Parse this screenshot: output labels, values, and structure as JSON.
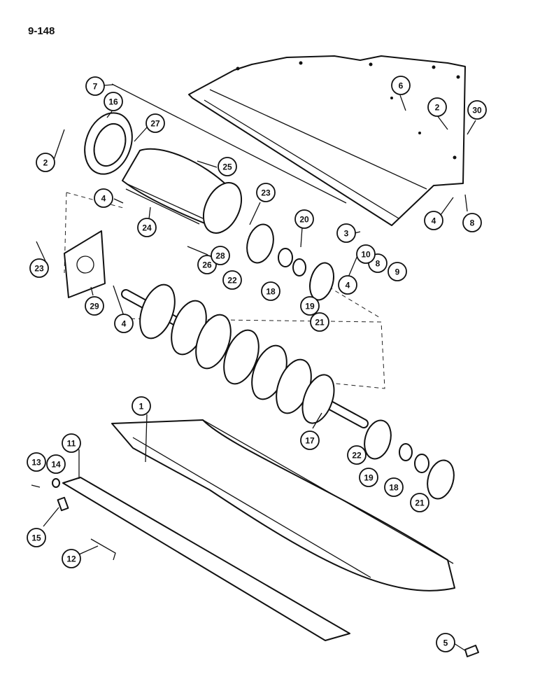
{
  "page_number": "9-148",
  "callouts": [
    "1",
    "2",
    "2",
    "3",
    "4",
    "4",
    "4",
    "4",
    "5",
    "6",
    "7",
    "8",
    "8",
    "9",
    "10",
    "11",
    "12",
    "13",
    "14",
    "15",
    "16",
    "17",
    "18",
    "18",
    "19",
    "19",
    "20",
    "21",
    "21",
    "22",
    "22",
    "23",
    "23",
    "24",
    "25",
    "26",
    "27",
    "28",
    "29",
    "30"
  ]
}
